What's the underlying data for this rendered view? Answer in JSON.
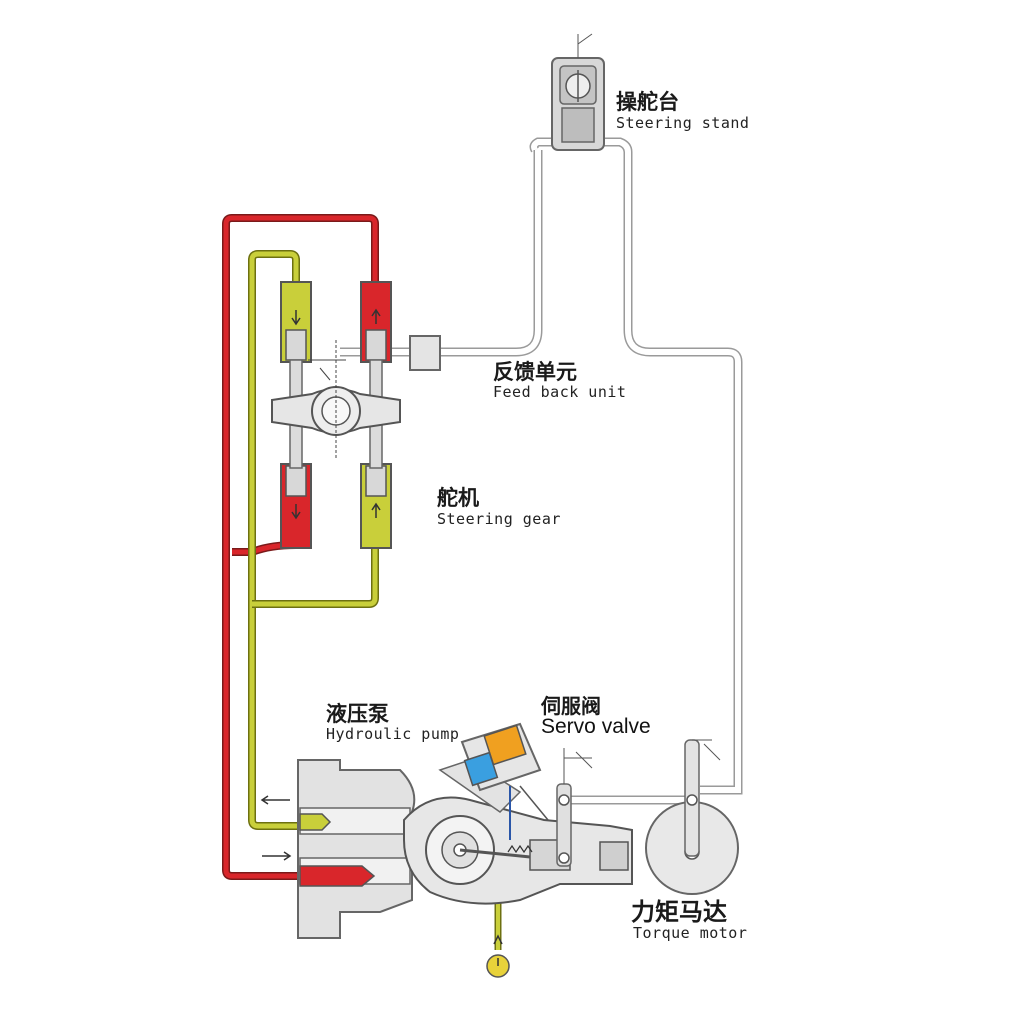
{
  "labels": {
    "steering_stand": {
      "zh": "操舵台",
      "en": "Steering stand"
    },
    "feedback_unit": {
      "zh": "反馈单元",
      "en": "Feed back unit"
    },
    "steering_gear": {
      "zh": "舵机",
      "en": "Steering gear"
    },
    "hydraulic_pump": {
      "zh": "液压泵",
      "en": "Hydroulic pump"
    },
    "servo_valve": {
      "zh": "伺服阀",
      "en": "Servo valve"
    },
    "torque_motor": {
      "zh": "力矩马达",
      "en": "Torque motor"
    }
  },
  "colors": {
    "high_pressure": "#d9262b",
    "low_pressure": "#c9cf3a",
    "mechanical_link": "#c8c8c8",
    "body": "#e2e2e2",
    "outline": "#6a6a6a",
    "accent_orange": "#f0a020",
    "accent_blue": "#3a9fe0"
  }
}
